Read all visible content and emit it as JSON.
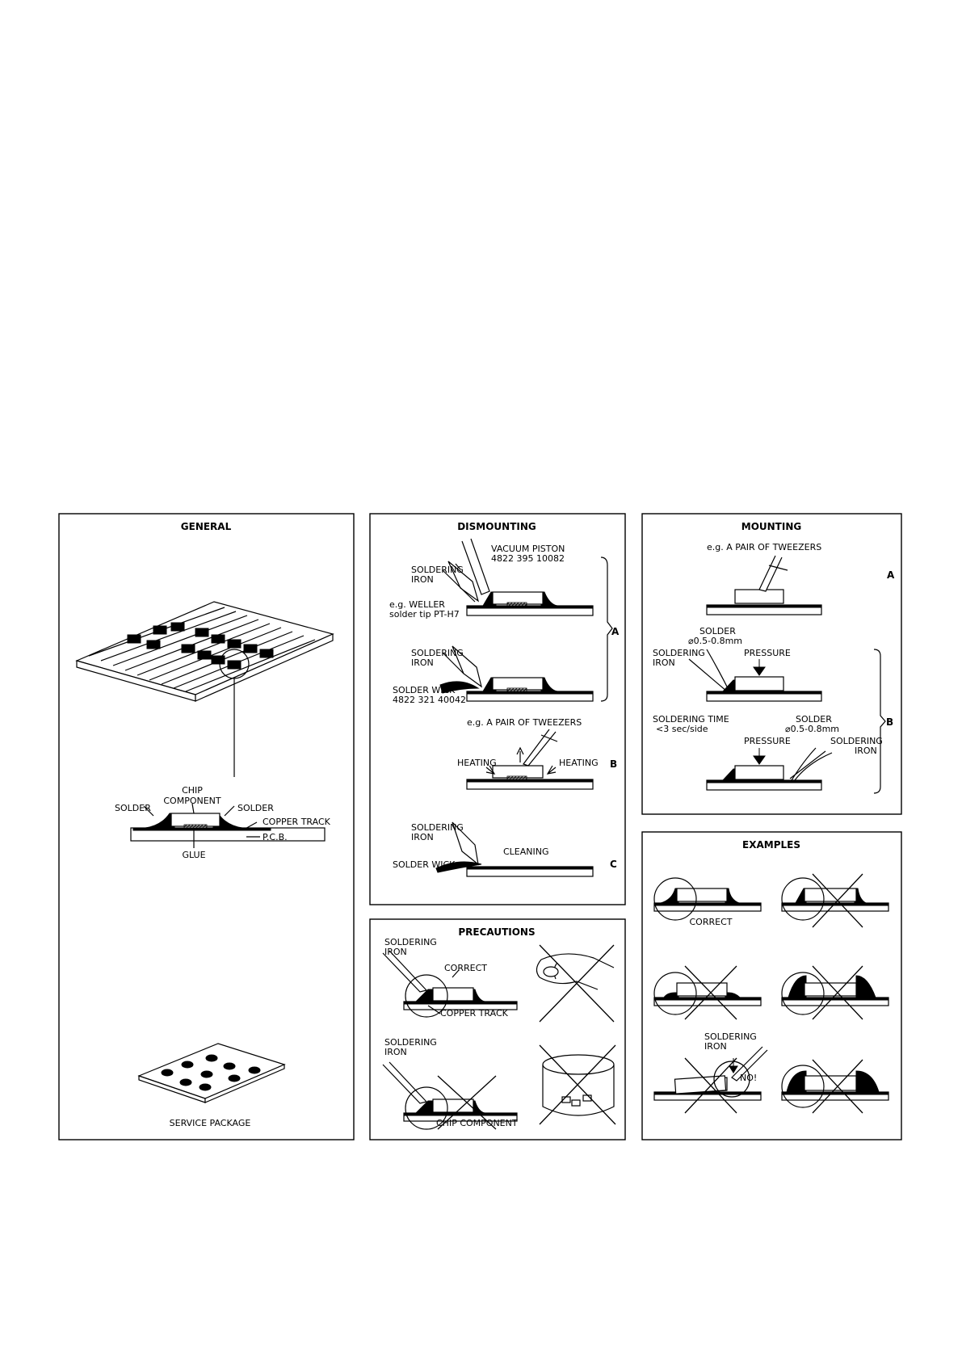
{
  "panels": {
    "general": {
      "title": "GENERAL",
      "labels": {
        "chip_component_1": "CHIP",
        "chip_component_2": "COMPONENT",
        "solder_left": "SOLDER",
        "solder_right": "SOLDER",
        "copper_track": "COPPER TRACK",
        "pcb": "P.C.B.",
        "glue": "GLUE",
        "service_package": "SERVICE PACKAGE"
      }
    },
    "dismounting": {
      "title": "DISMOUNTING",
      "labels": {
        "vacuum_piston": "VACUUM PISTON",
        "vacuum_piston_part": "4822 395 10082",
        "soldering_iron_a1": "SOLDERING",
        "soldering_iron_a2": "IRON",
        "weller_1": "e.g. WELLER",
        "weller_2": "solder tip PT-H7",
        "soldering_iron_b1": "SOLDERING",
        "soldering_iron_b2": "IRON",
        "solder_wick": "SOLDER WICK",
        "solder_wick_part": "4822 321 40042",
        "tweezers": "e.g. A PAIR OF TWEEZERS",
        "heating_left": "HEATING",
        "heating_right": "HEATING",
        "soldering_iron_c1": "SOLDERING",
        "soldering_iron_c2": "IRON",
        "cleaning": "CLEANING",
        "solder_wick_c": "SOLDER WICK"
      },
      "steps": {
        "a": "A",
        "b": "B",
        "c": "C"
      }
    },
    "mounting": {
      "title": "MOUNTING",
      "labels": {
        "tweezers": "e.g. A PAIR OF TWEEZERS",
        "solder_1": "SOLDER",
        "solder_1_dia": "⌀0.5-0.8mm",
        "soldering_iron_1": "SOLDERING",
        "soldering_iron_2": "IRON",
        "pressure_1": "PRESSURE",
        "soldering_time_1": "SOLDERING TIME",
        "soldering_time_2": "<3 sec/side",
        "solder_2": "SOLDER",
        "solder_2_dia": "⌀0.5-0.8mm",
        "pressure_2": "PRESSURE",
        "soldering_iron_3": "SOLDERING",
        "soldering_iron_4": "IRON"
      },
      "steps": {
        "a": "A",
        "b": "B"
      }
    },
    "precautions": {
      "title": "PRECAUTIONS",
      "labels": {
        "soldering_iron_1": "SOLDERING",
        "soldering_iron_2": "IRON",
        "correct": "CORRECT",
        "copper_track": "COPPER TRACK",
        "soldering_iron_3": "SOLDERING",
        "soldering_iron_4": "IRON",
        "chip_component": "CHIP COMPONENT"
      }
    },
    "examples": {
      "title": "EXAMPLES",
      "labels": {
        "correct": "CORRECT",
        "soldering_iron_1": "SOLDERING",
        "soldering_iron_2": "IRON",
        "no": "NO!"
      }
    }
  }
}
